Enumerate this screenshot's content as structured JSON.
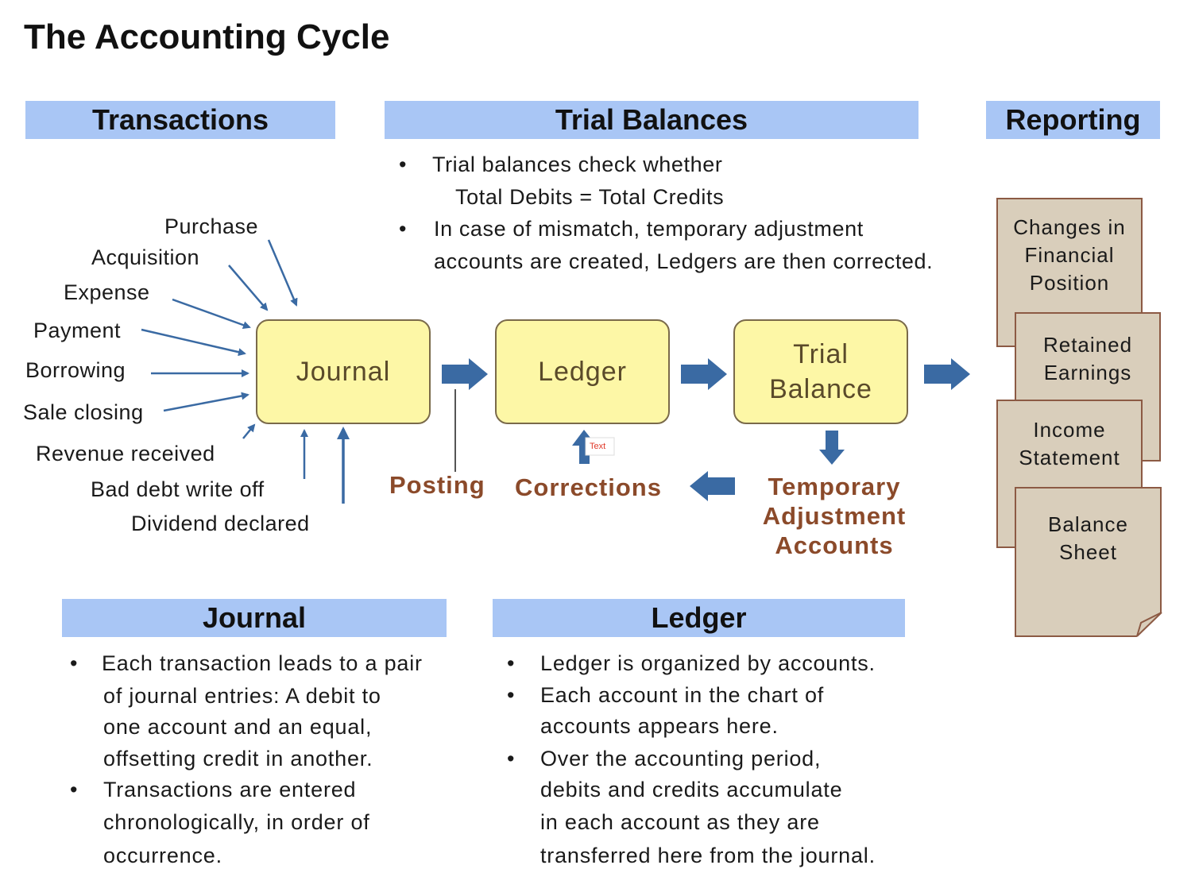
{
  "title": "The Accounting Cycle",
  "headers": {
    "transactions": "Transactions",
    "trial_balances": "Trial Balances",
    "reporting": "Reporting",
    "journal": "Journal",
    "ledger": "Ledger"
  },
  "trial_balance_notes": {
    "line1": "Trial balances check whether",
    "line2": "Total Debits = Total Credits",
    "line3": "In case of mismatch, temporary adjustment",
    "line4": "accounts are created, Ledgers are then corrected."
  },
  "transactions": [
    "Purchase",
    "Acquisition",
    "Expense",
    "Payment",
    "Borrowing",
    "Sale closing",
    "Revenue received",
    "Bad debt write off",
    "Dividend declared"
  ],
  "flow": {
    "journal": "Journal",
    "ledger": "Ledger",
    "trial_balance_1": "Trial",
    "trial_balance_2": "Balance",
    "posting": "Posting",
    "corrections": "Corrections",
    "corrections_tag": "Text",
    "tmp_1": "Temporary",
    "tmp_2": "Adjustment",
    "tmp_3": "Accounts"
  },
  "reports": {
    "changes": [
      "Changes in",
      "Financial",
      "Position"
    ],
    "retained": [
      "Retained",
      "Earnings"
    ],
    "income": [
      "Income",
      "Statement"
    ],
    "balance": [
      "Balance",
      "Sheet"
    ]
  },
  "journal_notes": {
    "b1": [
      "Each transaction leads to a pair",
      "of journal entries: A debit to",
      "one account and an equal,",
      "offsetting credit in another."
    ],
    "b2": [
      "Transactions are entered",
      "chronologically, in order of",
      "occurrence."
    ]
  },
  "ledger_notes": {
    "b1": [
      "Ledger is organized by accounts."
    ],
    "b2": [
      "Each account in the chart of",
      "accounts appears here."
    ],
    "b3": [
      "Over the accounting period,",
      "debits and credits accumulate",
      "in each account as they are",
      "transferred here from the journal."
    ]
  },
  "colors": {
    "header_bg": "#a9c6f5",
    "box_fill": "#fdf7a6",
    "arrow": "#3a6aa3",
    "brown_text": "#8b4a2a",
    "doc_fill": "#d9cebb"
  }
}
